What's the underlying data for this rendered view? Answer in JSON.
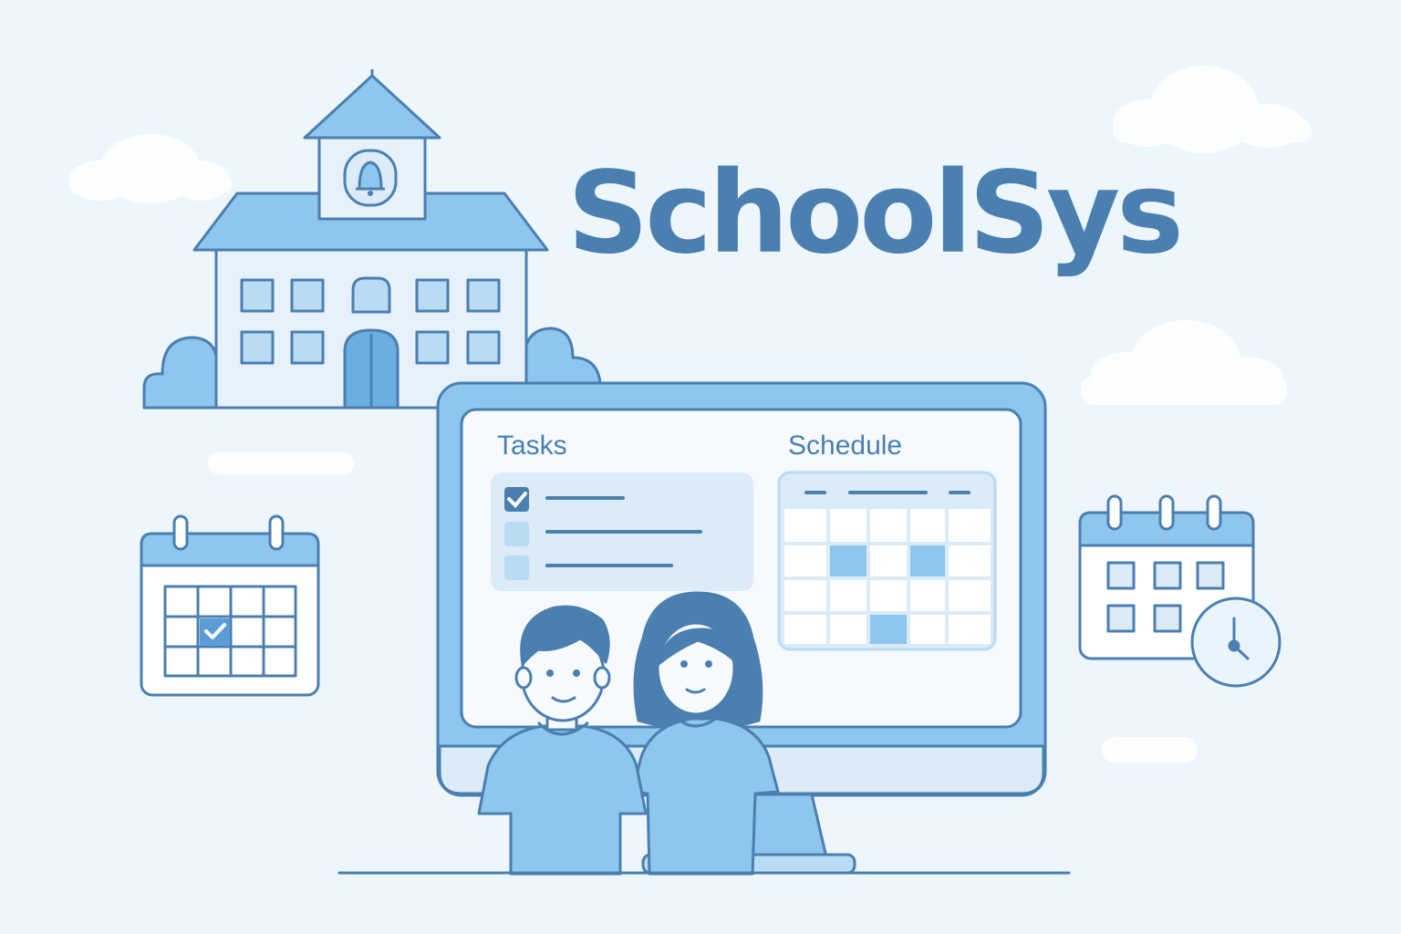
{
  "brand": {
    "name": "SchoolSys"
  },
  "screen": {
    "tasks_label": "Tasks",
    "schedule_label": "Schedule",
    "tasks": [
      {
        "done": true
      },
      {
        "done": false
      },
      {
        "done": false
      }
    ]
  },
  "icons": {
    "building": "school-building-icon",
    "bell": "bell-icon",
    "calendar_left": "calendar-check-icon",
    "calendar_right": "calendar-clock-icon",
    "clock": "clock-icon"
  },
  "colors": {
    "background": "#eef6fd",
    "outline": "#4a7fb0",
    "fill_light": "#dcebf8",
    "fill_mid": "#8ec6ee",
    "fill_dark": "#6baee0",
    "hair": "#4a7fb0"
  }
}
